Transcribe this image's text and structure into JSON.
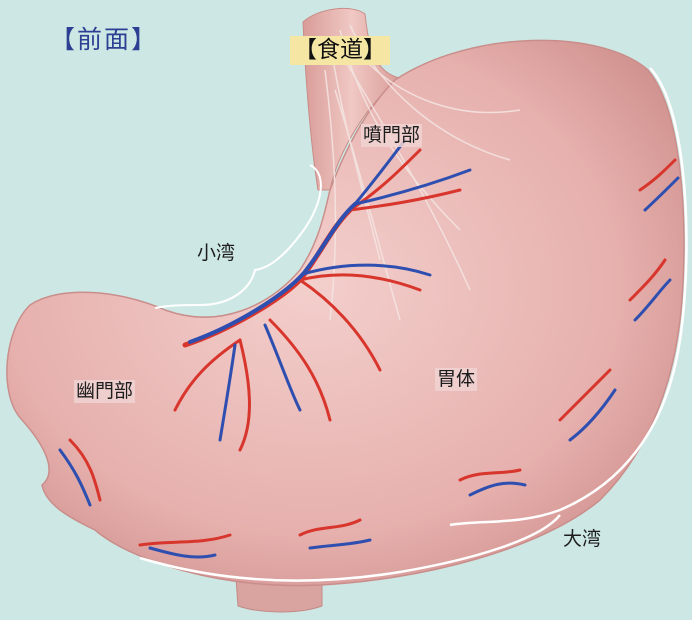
{
  "view_label": "【前面】",
  "esophagus_label": "【食道】",
  "labels": {
    "cardia": "噴門部",
    "lesser_curvature": "小湾",
    "pylorus": "幽門部",
    "body": "胃体",
    "greater_curvature": "大湾"
  },
  "colors": {
    "background": "#cde8e4",
    "stomach": "#e7b5b2",
    "artery": "#d8352c",
    "vein": "#2e4fb0",
    "title": "#2d3f93",
    "highlight": "#f5e6a4"
  }
}
